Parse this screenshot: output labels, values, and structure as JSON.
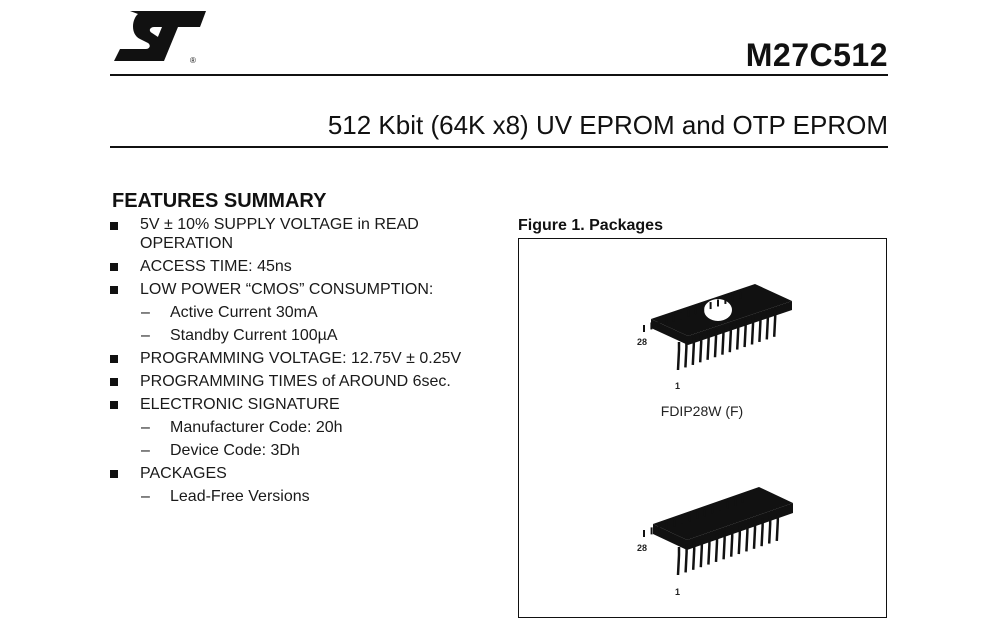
{
  "header": {
    "logo_name": "st-logo",
    "part_number": "M27C512",
    "subtitle": "512 Kbit (64K x8) UV EPROM and OTP EPROM"
  },
  "features": {
    "title": "FEATURES SUMMARY",
    "items": [
      {
        "text": "5V ± 10% SUPPLY VOLTAGE in READ",
        "text2": "OPERATION",
        "sub": []
      },
      {
        "text": "ACCESS TIME: 45ns",
        "sub": []
      },
      {
        "text": "LOW POWER “CMOS” CONSUMPTION:",
        "sub": [
          "Active Current 30mA",
          "Standby Current 100µA"
        ]
      },
      {
        "text": "PROGRAMMING VOLTAGE: 12.75V ± 0.25V",
        "sub": []
      },
      {
        "text": "PROGRAMMING TIMES of AROUND 6sec.",
        "sub": []
      },
      {
        "text": "ELECTRONIC SIGNATURE",
        "sub": [
          "Manufacturer Code: 20h",
          "Device Code: 3Dh"
        ]
      },
      {
        "text": "PACKAGES",
        "sub": [
          "Lead-Free Versions"
        ]
      }
    ],
    "dash": "–"
  },
  "figure": {
    "title": "Figure 1. Packages",
    "packages": [
      {
        "label": "FDIP28W (F)",
        "pin_first": "1",
        "pin_last": "28"
      },
      {
        "label": "",
        "pin_first": "1",
        "pin_last": "28"
      }
    ]
  }
}
